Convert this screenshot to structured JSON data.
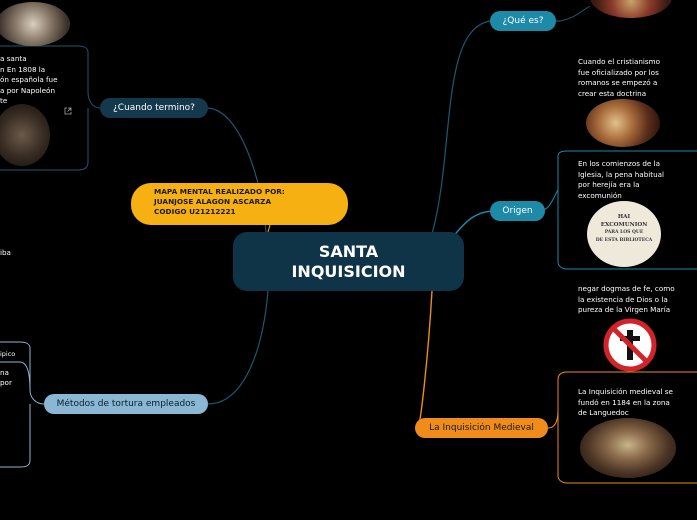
{
  "central_topic": {
    "line1": "SANTA",
    "line2": "INQUISICION"
  },
  "floating_note": {
    "line1": "MAPA MENTAL REALIZADO POR:",
    "line2": "JUANJOSE ALAGON ASCARZA",
    "line3": "CODIGO U21212221"
  },
  "branches": {
    "que_es": {
      "label": "¿Qué es?"
    },
    "origen": {
      "label": "Origen",
      "text1": {
        "lines": [
          "Cuando el cristianismo",
          "fue oficializado por los",
          "romanos se empezó a",
          "crear esta doctrina"
        ]
      },
      "text2": {
        "lines": [
          "En los comienzos de la",
          "Iglesia, la pena habitual",
          "por herejía era la",
          "excomunión"
        ]
      },
      "sign": {
        "lines": [
          "HAI EXCOMUNION",
          "PARA LOS QUE",
          "DE ESTA BIBLIOTECA"
        ]
      }
    },
    "medieval": {
      "label": "La Inquisición Medieval",
      "text1": {
        "lines": [
          "negar dogmas de fe, como",
          "la existencia de Dios o la",
          "pureza de la Virgen María"
        ]
      },
      "text2": {
        "lines": [
          "La Inquisición medieval se",
          "fundó en 1184 en la zona",
          "de Languedoc"
        ]
      }
    },
    "cuando_termino": {
      "label": "¿Cuando termino?",
      "text": {
        "lines": [
          "a santa",
          "n En 1808 la",
          "ón española fue",
          "a por Napoleón",
          "te"
        ]
      }
    },
    "metodos": {
      "label": "Métodos de tortura empleados",
      "text": {
        "lines": [
          "ipico",
          "na",
          "por"
        ]
      }
    }
  },
  "left_fragment": {
    "text": "iba"
  },
  "colors": {
    "background": "#000000",
    "central": "#0f3448",
    "note": "#f7b012",
    "teal": "#1d8aa8",
    "orange": "#f08c1a",
    "light_blue": "#8ab8d4"
  }
}
